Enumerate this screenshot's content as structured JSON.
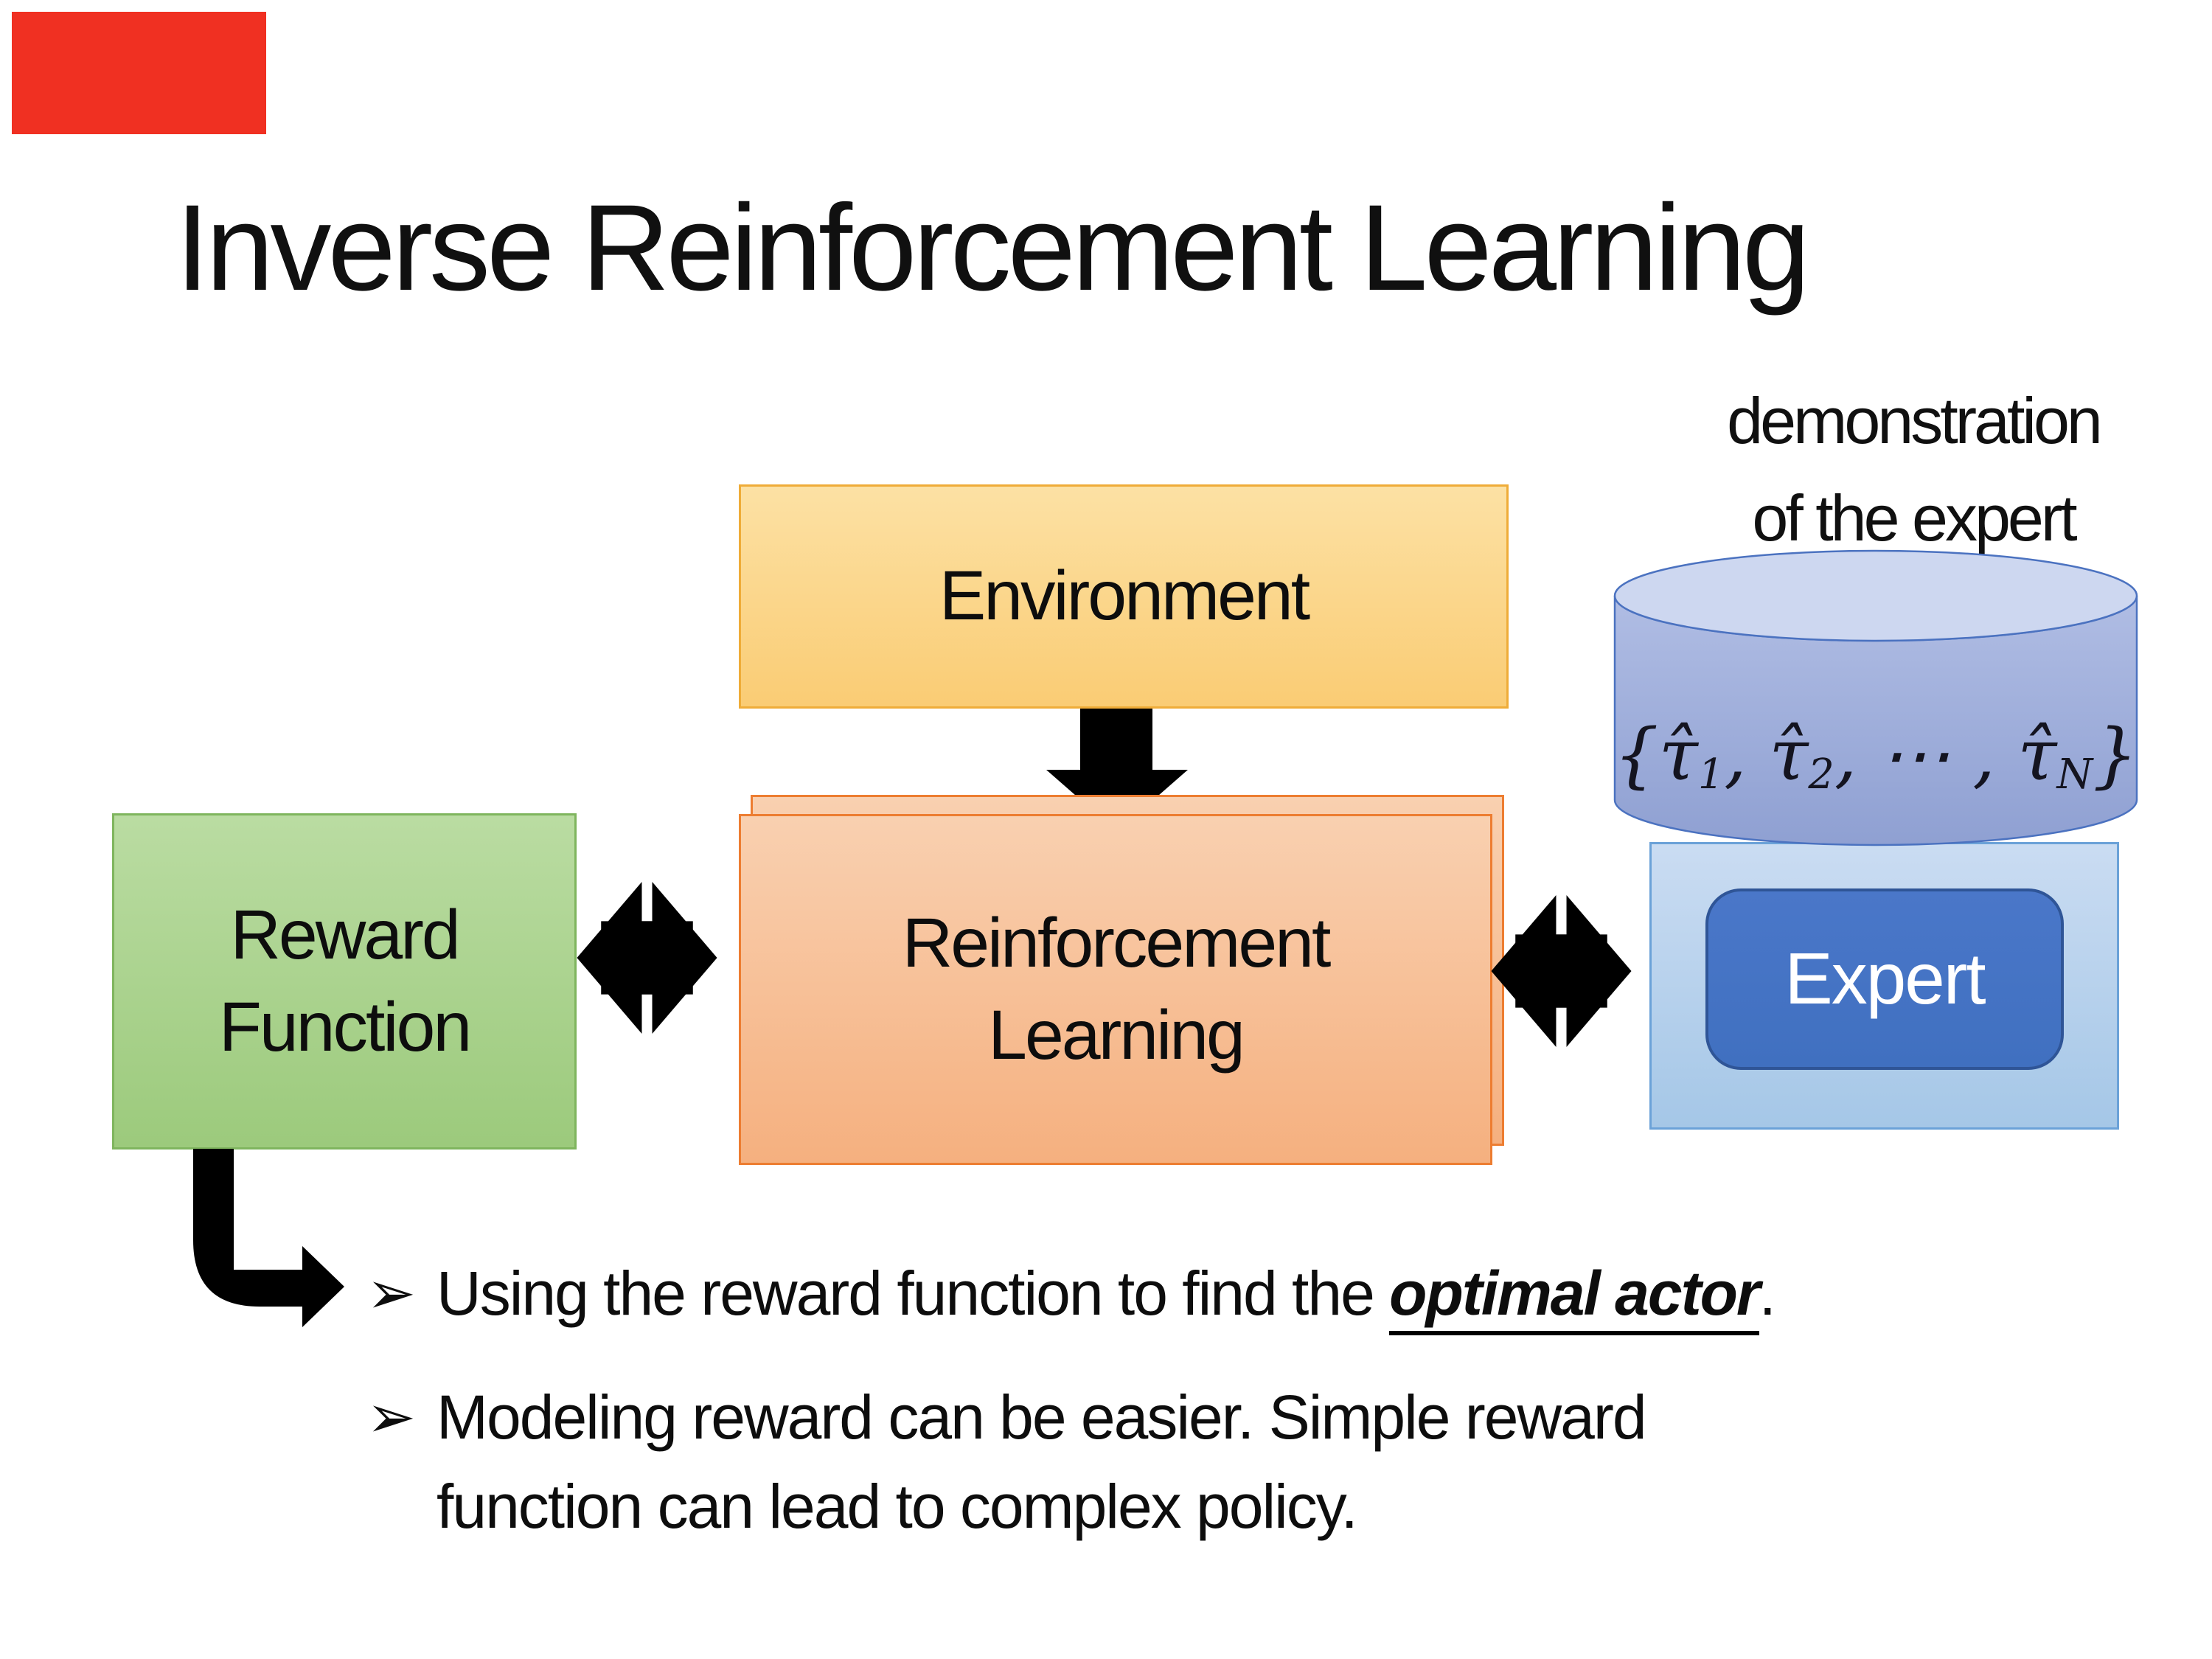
{
  "slide": {
    "title": "Inverse Reinforcement Learning"
  },
  "diagram": {
    "environment": {
      "label": "Environment"
    },
    "reward_function": {
      "lines": [
        "Reward",
        "Function"
      ]
    },
    "reinforcement_learning": {
      "lines": [
        "Reinforcement",
        "Learning"
      ]
    },
    "expert": {
      "label": "Expert"
    },
    "demonstration": {
      "lines": [
        "demonstration",
        "of the expert"
      ]
    },
    "trajectory_set": {
      "open": "{",
      "tau": "τ̂",
      "sub1": "1",
      "comma1": ", ",
      "sub2": "2",
      "comma2": ", ⋯ , ",
      "subN": "N",
      "close": "}"
    },
    "icons": [
      "down-arrow-icon",
      "double-arrow-icon",
      "bent-arrow-icon"
    ]
  },
  "bullets": {
    "marker": "➢",
    "item1": {
      "pre": "Using the reward function to find the ",
      "emphasis": "optimal actor",
      "post": "."
    },
    "item2": {
      "lines": [
        "Modeling reward can be easier. Simple reward",
        "function can lead to complex policy."
      ]
    }
  },
  "colors": {
    "background": "#FFFFFF",
    "rec_box": "#F03022",
    "environment_fill_top": "#FCE1A4",
    "environment_fill_bottom": "#FACC74",
    "environment_border": "#EFAC38",
    "reward_fill_top": "#BADCA2",
    "reward_fill_bottom": "#9CCA7C",
    "reward_border": "#7FB55E",
    "rl_fill_top": "#F9D0B0",
    "rl_fill_bottom": "#F5B07F",
    "rl_border": "#ED7D31",
    "cylinder_top_ellipse": "#CDD7F0",
    "cylinder_body_top": "#B0BDE4",
    "cylinder_body_bottom": "#8FA0D2",
    "cylinder_border": "#4B72C0",
    "expert_container_top": "#CADCF2",
    "expert_container_bottom": "#A5C7E7",
    "expert_container_border": "#6BA2D8",
    "expert_fill": "#4472C4",
    "expert_border": "#2F5597",
    "arrow": "#000000",
    "text": "#0D0D0D"
  }
}
